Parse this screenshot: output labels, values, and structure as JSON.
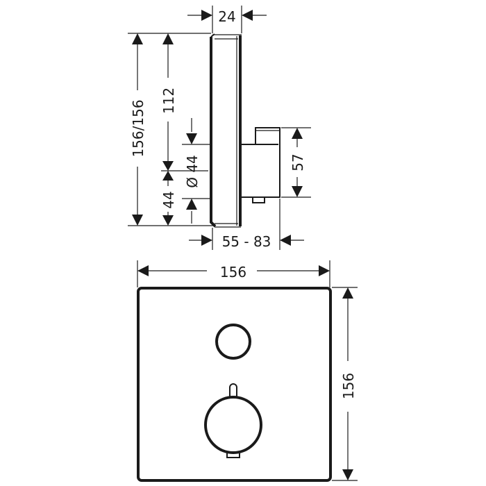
{
  "drawing": {
    "side_view": {
      "depth_cover": "24",
      "height_total": "156/156",
      "height_upper": "112",
      "diameter": "Ø 44",
      "height_lower": "44",
      "body_height": "57",
      "installation_depth": "55 - 83"
    },
    "front_view": {
      "width": "156",
      "height": "156"
    },
    "colors": {
      "line": "#1a1a1a",
      "background": "#ffffff"
    }
  }
}
